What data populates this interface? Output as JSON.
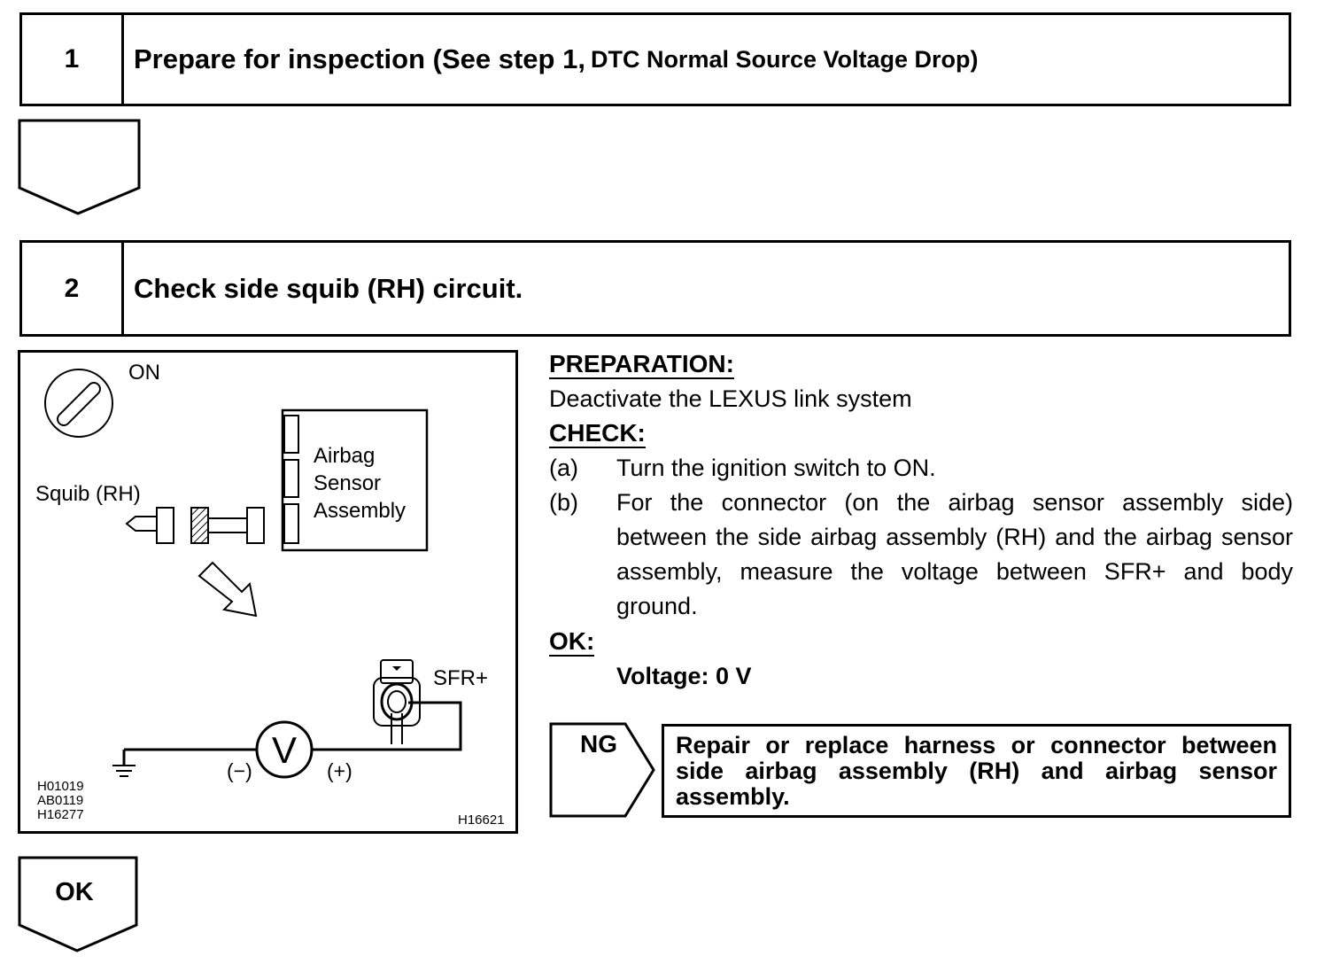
{
  "step1": {
    "number": "1",
    "title": "Prepare for inspection (See step 1,",
    "title_ref": "DTC Normal Source Voltage Drop)"
  },
  "step2": {
    "number": "2",
    "title": "Check side squib (RH) circuit."
  },
  "diagram": {
    "on_label": "ON",
    "squib_label": "Squib (RH)",
    "airbag_label_lines": [
      "Airbag",
      "Sensor",
      "Assembly"
    ],
    "terminal_label": "SFR+",
    "meter_symbol": "V",
    "minus_label": "(−)",
    "plus_label": "(+)",
    "ref_codes": [
      "H01019",
      "AB0119",
      "H16277"
    ],
    "figure_code": "H16621"
  },
  "instructions": {
    "preparation_header": "PREPARATION:",
    "preparation_text": "Deactivate the LEXUS link system",
    "check_header": "CHECK:",
    "steps": [
      {
        "label": "(a)",
        "text": "Turn the ignition switch to ON."
      },
      {
        "label": "(b)",
        "text": "For the connector (on the airbag sensor assembly side) between the side airbag assembly (RH) and the airbag sensor assembly, measure the voltage between SFR+ and body ground."
      }
    ],
    "ok_header": "OK:",
    "ok_value": "Voltage: 0 V"
  },
  "ng": {
    "label": "NG",
    "action": "Repair or replace harness or connector between side airbag assembly (RH) and airbag sensor assembly."
  },
  "ok_flow": {
    "label": "OK"
  }
}
